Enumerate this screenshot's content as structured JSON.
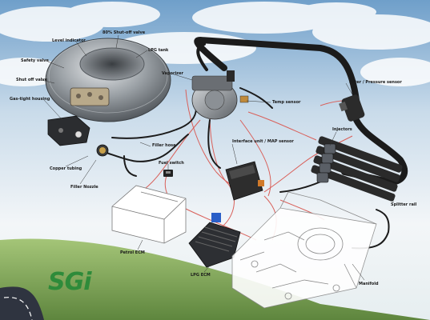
{
  "logo": {
    "text": "SGi"
  },
  "labels": {
    "level_indicator": "Level indicator",
    "shutoff_valve_80": "80% Shut-off valve",
    "lpg_tank": "LPG tank",
    "safety_valve": "Safety valve",
    "shut_off_valve": "Shut off valve",
    "gas_tight_housing": "Gas-tight housing",
    "copper_tubing": "Copper tubing",
    "filler_nozzle": "Filler Nozzle",
    "vaporizer": "Vaporizer",
    "temp_sensor": "Temp sensor",
    "filter_pressure_sensor": "Filter / Pressure sensor",
    "injectors": "Injectors",
    "filler_hose": "Filler hose",
    "interface_map_sensor": "Interface unit / MAP sensor",
    "fuel_switch": "Fuel switch",
    "splitter_rail": "Splitter rail",
    "petrol_ecm": "Petrol ECM",
    "lpg_ecm": "LPG ECM",
    "manifold": "Manifold"
  },
  "colors": {
    "sky_top": "#7aa7cf",
    "cloud": "#ffffff",
    "grass": "#6e9a3e",
    "road": "#2f3440",
    "hose": "#1b1b1b",
    "wire_red": "#d9605a",
    "tank_metal": "#8a8f94",
    "logo_green": "#2e8b3a"
  }
}
